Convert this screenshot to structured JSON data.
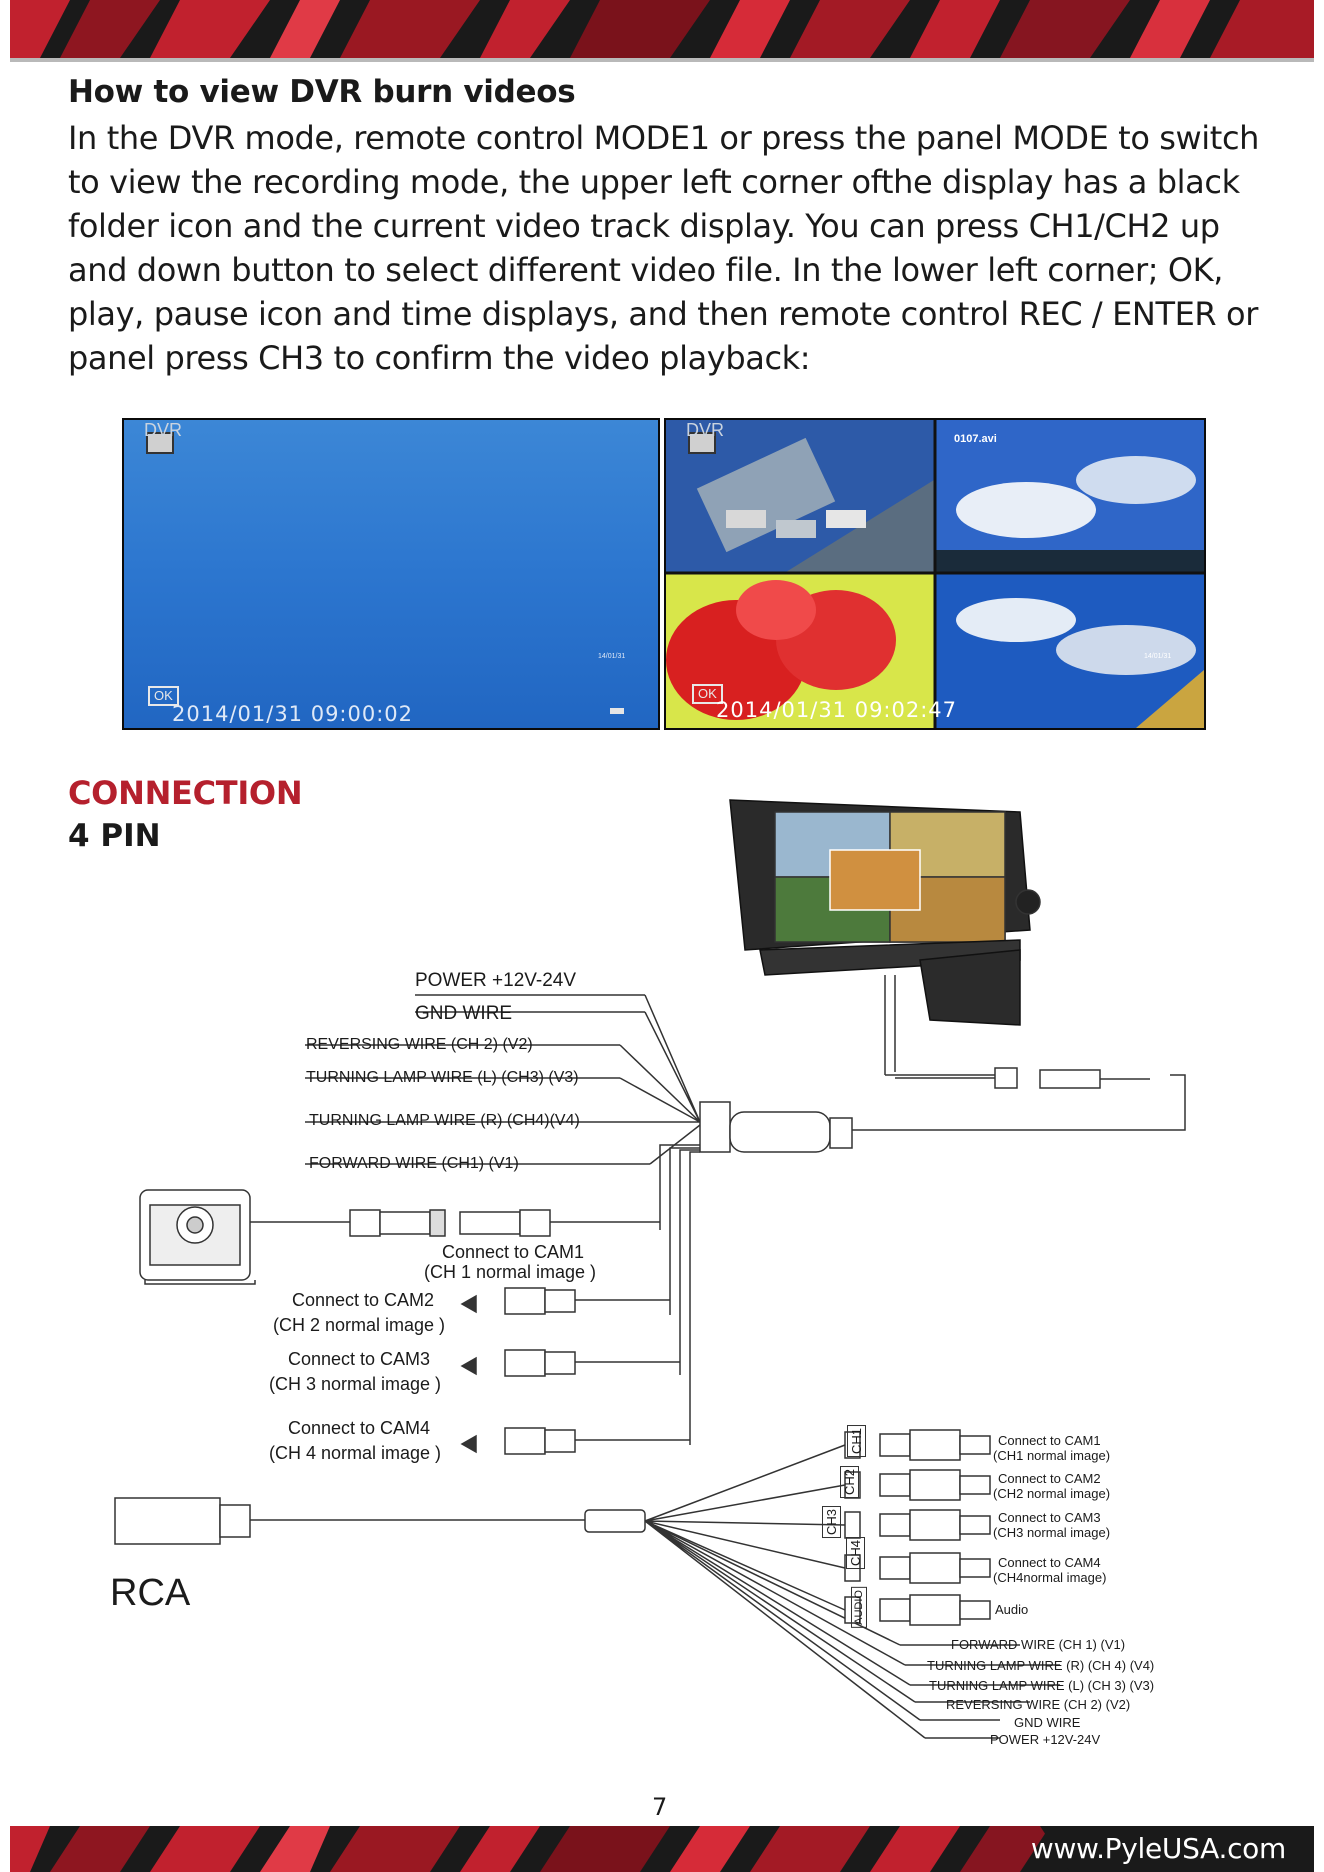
{
  "header": {
    "accent_color": "#c1212e"
  },
  "section1": {
    "title": "How to view DVR burn videos",
    "body": "In the DVR mode, remote control MODE1 or press the panel MODE to switch to view the recording mode, the upper left corner ofthe display has a black folder icon and the current video track display. You can press CH1/CH2 up and down button to select different video file. In the lower left corner; OK, play, pause icon and time displays, and then remote control REC / ENTER or panel press CH3 to confirm the video playback:"
  },
  "screens": {
    "screen1": {
      "top_label": "DVR",
      "ok": "OK",
      "timestamp": "2014/01/31 09:00:02",
      "corner_date": "14/01/31"
    },
    "screen2": {
      "top_label": "DVR",
      "file": "0107.avi",
      "ok": "OK",
      "timestamp": "2014/01/31 09:02:47",
      "corner_date": "14/01/31"
    }
  },
  "section2": {
    "title": "CONNECTION",
    "subtitle": "4 PIN"
  },
  "diagram": {
    "wires_top": [
      "POWER +12V-24V",
      "GND WIRE",
      "REVERSING WIRE (CH  2) (V2)",
      "TURNING LAMP WIRE (L) (CH3) (V3)",
      "TURNING LAMP WIRE (R) (CH4)(V4)",
      "FORWARD WIRE  (CH1) (V1)"
    ],
    "cam_connections": [
      {
        "line1": "Connect to CAM1",
        "line2": "(CH 1  normal image  )"
      },
      {
        "line1": "Connect to CAM2",
        "line2": "(CH 2  normal image  )"
      },
      {
        "line1": "Connect to CAM3",
        "line2": "(CH 3  normal image  )"
      },
      {
        "line1": "Connect to CAM4",
        "line2": "(CH 4  normal image  )"
      }
    ],
    "rca_label": "RCA",
    "rca_channels": [
      "CH1",
      "CH2",
      "CH3",
      "CH4",
      "AUDIO"
    ],
    "rca_outputs": [
      {
        "line1": "Connect to CAM1",
        "line2": "(CH1 normal image)"
      },
      {
        "line1": "Connect to CAM2",
        "line2": "(CH2 normal image)"
      },
      {
        "line1": "Connect to CAM3",
        "line2": "(CH3 normal image)"
      },
      {
        "line1": "Connect to CAM4",
        "line2": "(CH4normal image)"
      },
      {
        "line1": "Audio",
        "line2": ""
      }
    ],
    "wires_bottom": [
      "FORWARD WIRE  (CH  1) (V1)",
      "TURNING LAMP WIRE (R) (CH  4) (V4)",
      "TURNING LAMP WIRE (L) (CH  3) (V3)",
      "REVERSING WIRE (CH  2) (V2)",
      "GND WIRE",
      "POWER +12V-24V"
    ]
  },
  "footer": {
    "page_number": "7",
    "url": "www.PyleUSA.com"
  }
}
